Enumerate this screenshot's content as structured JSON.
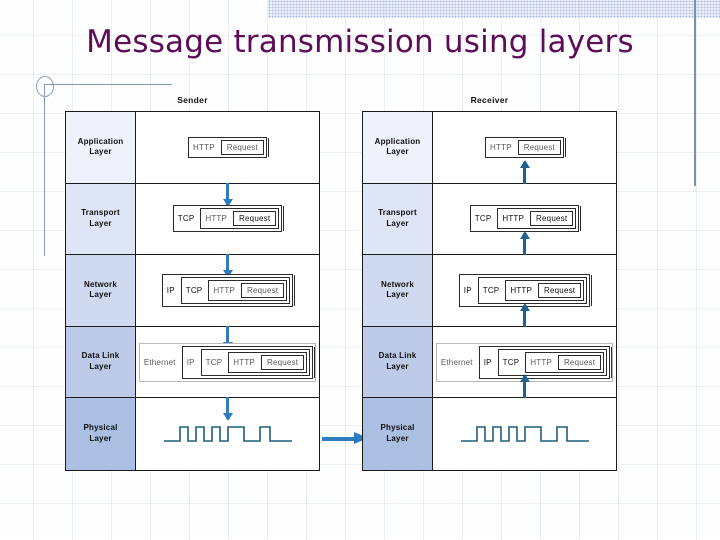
{
  "slide": {
    "title": "Message transmission using layers",
    "title_color": "#5d0d58",
    "background_color": "#ffffff"
  },
  "decorations": {
    "circle_icon": "circle-outline-icon",
    "horizontal_rule": "horizontal-rule",
    "vertical_rule_left": "vertical-rule-left",
    "vertical_rule_right": "vertical-rule-right",
    "top_band": "hatched-band"
  },
  "diagram": {
    "type": "network-layer-encapsulation",
    "arrow_color_down": "#2e7bbf",
    "arrow_color_up": "#1f5f93",
    "transmission_arrow_color": "#2e7bbf",
    "layer_tints": [
      "#eef2fb",
      "#dde5f6",
      "#cfd9f0",
      "#bdcbe9",
      "#aabfe1"
    ],
    "sides": [
      {
        "caption": "Sender",
        "direction": "down",
        "layers": [
          {
            "label": "Application\nLayer",
            "label_line1": "Application",
            "label_line2": "Layer",
            "packet": [
              "HTTP",
              "Request"
            ]
          },
          {
            "label": "Transport\nLayer",
            "label_line1": "Transport",
            "label_line2": "Layer",
            "packet": [
              "TCP",
              "HTTP",
              "Request"
            ]
          },
          {
            "label": "Network\nLayer",
            "label_line1": "Network",
            "label_line2": "Layer",
            "packet": [
              "IP",
              "TCP",
              "HTTP",
              "Request"
            ]
          },
          {
            "label": "Data Link\nLayer",
            "label_line1": "Data Link",
            "label_line2": "Layer",
            "packet": [
              "Ethernet",
              "IP",
              "TCP",
              "HTTP",
              "Request"
            ]
          },
          {
            "label": "Physical\nLayer",
            "label_line1": "Physical",
            "label_line2": "Layer",
            "packet": [],
            "signal": "square-wave"
          }
        ]
      },
      {
        "caption": "Receiver",
        "direction": "up",
        "layers": [
          {
            "label": "Application\nLayer",
            "label_line1": "Application",
            "label_line2": "Layer",
            "packet": [
              "HTTP",
              "Request"
            ]
          },
          {
            "label": "Transport\nLayer",
            "label_line1": "Transport",
            "label_line2": "Layer",
            "packet": [
              "TCP",
              "HTTP",
              "Request"
            ]
          },
          {
            "label": "Network\nLayer",
            "label_line1": "Network",
            "label_line2": "Layer",
            "packet": [
              "IP",
              "TCP",
              "HTTP",
              "Request"
            ]
          },
          {
            "label": "Data Link\nLayer",
            "label_line1": "Data Link",
            "label_line2": "Layer",
            "packet": [
              "Ethernet",
              "IP",
              "TCP",
              "HTTP",
              "Request"
            ]
          },
          {
            "label": "Physical\nLayer",
            "label_line1": "Physical",
            "label_line2": "Layer",
            "packet": [],
            "signal": "square-wave"
          }
        ]
      }
    ]
  }
}
